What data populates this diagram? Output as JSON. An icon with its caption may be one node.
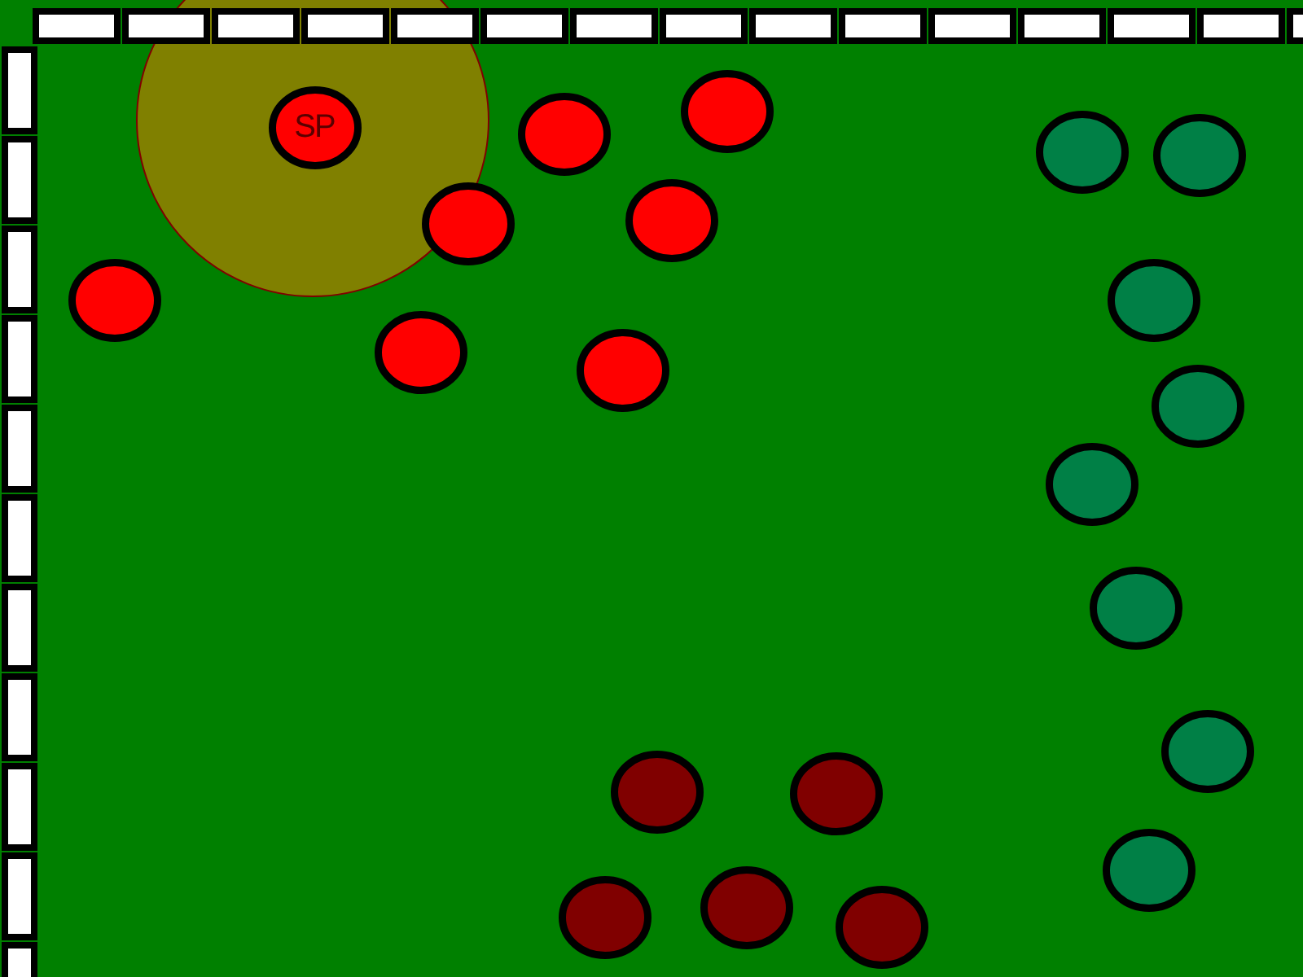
{
  "diagram": {
    "nodes": [
      {
        "text": [
          "SP"
        ]
      },
      {
        "text": [],
        "shape": "circle"
      },
      {
        "text": [],
        "shape": "circle"
      },
      {
        "text": [],
        "shape": "circle"
      },
      {
        "text": [],
        "shape": "circle"
      },
      {
        "text": [],
        "shape": "circle"
      },
      {
        "text": [],
        "shape": "circle"
      },
      {
        "text": [],
        "shape": "circle"
      },
      {
        "text": [],
        "shape": "circle"
      },
      {
        "text": [],
        "shape": "circle"
      },
      {
        "text": [],
        "shape": "circle"
      },
      {
        "text": [],
        "shape": "circle"
      },
      {
        "text": [],
        "shape": "circle"
      },
      {
        "text": [],
        "shape": "circle"
      },
      {
        "text": [],
        "shape": "circle"
      },
      {
        "text": [],
        "shape": "circle"
      },
      {
        "text": [],
        "shape": "circle"
      },
      {
        "text": [],
        "shape": "circle"
      },
      {
        "text": [],
        "shape": "circle"
      },
      {
        "text": [],
        "shape": "circle"
      },
      {
        "text": [],
        "shape": "circle"
      }
    ]
  }
}
